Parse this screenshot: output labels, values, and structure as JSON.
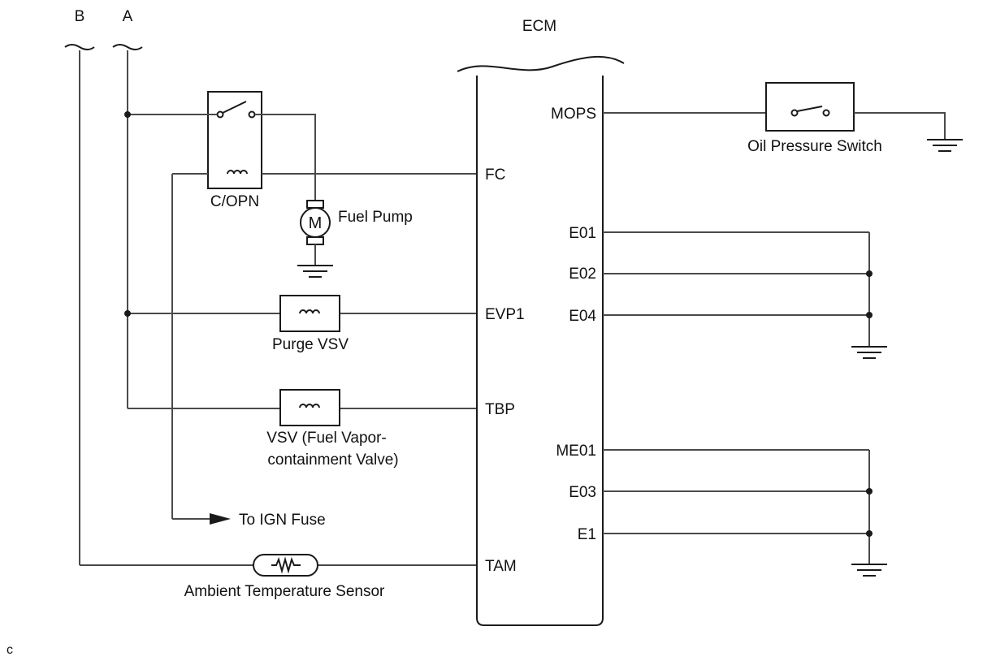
{
  "bus_labels": {
    "b": "B",
    "a": "A"
  },
  "ecm": {
    "title": "ECM",
    "pins_left": {
      "fc": "FC",
      "evp1": "EVP1",
      "tbp": "TBP",
      "tam": "TAM"
    },
    "pins_right": {
      "mops": "MOPS",
      "e01": "E01",
      "e02": "E02",
      "e04": "E04",
      "me01": "ME01",
      "e03": "E03",
      "e1": "E1"
    }
  },
  "components": {
    "copn": "C/OPN",
    "fuel_pump": "Fuel Pump",
    "motor_letter": "M",
    "purge_vsv": "Purge VSV",
    "vsv_line1": "VSV (Fuel Vapor-",
    "vsv_line2": "containment Valve)",
    "to_ign_fuse": "To IGN Fuse",
    "ambient_sensor": "Ambient Temperature Sensor",
    "oil_pressure_switch": "Oil Pressure Switch"
  },
  "corner_code": "c"
}
